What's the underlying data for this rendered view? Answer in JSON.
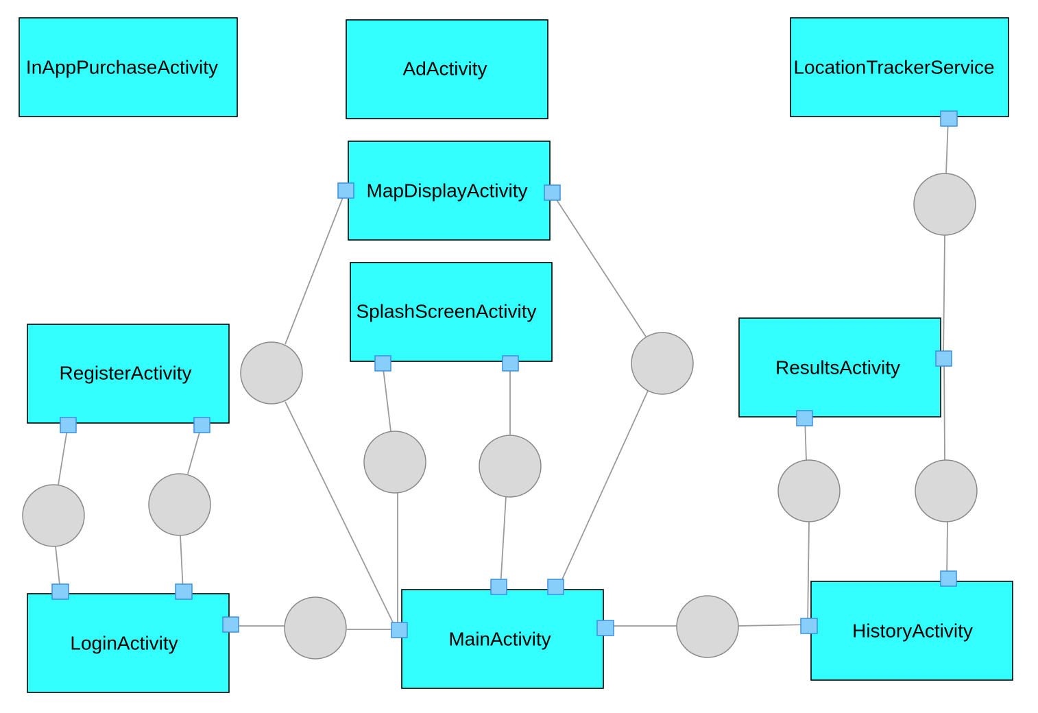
{
  "colors": {
    "activity_fill": "#33ffff",
    "connector_fill": "#d9d9d9",
    "port_fill": "#87cefa",
    "port_stroke": "#3b8fe0",
    "link_stroke": "#9a9a9a"
  },
  "activities": {
    "in_app_purchase": "InAppPurchaseActivity",
    "ad": "AdActivity",
    "location_tracker": "LocationTrackerService",
    "map_display": "MapDisplayActivity",
    "splash_screen": "SplashScreenActivity",
    "register": "RegisterActivity",
    "results": "ResultsActivity",
    "login": "LoginActivity",
    "main": "MainActivity",
    "history": "HistoryActivity"
  }
}
